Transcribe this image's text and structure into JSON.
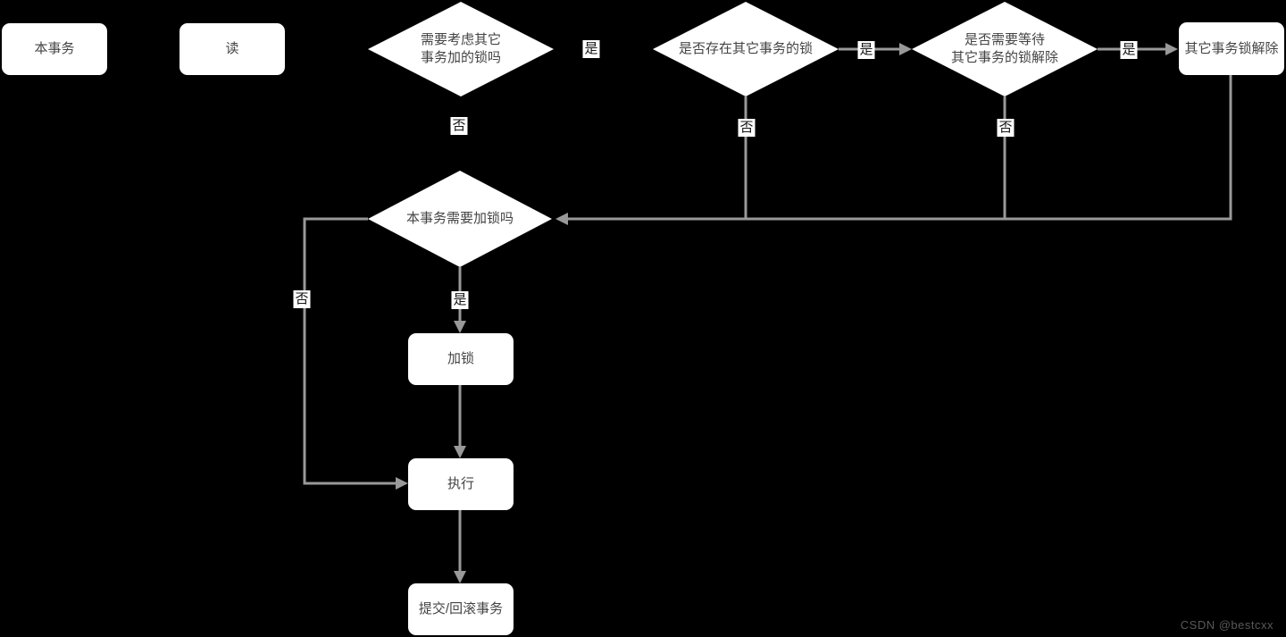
{
  "diagram": {
    "type": "flowchart",
    "background_color": "#000000",
    "connector_color": "#999999",
    "shape_fill_color": "#ffffff",
    "shape_text_color": "#444444",
    "nodes": {
      "this_transaction": "本事务",
      "read": "读",
      "consider_other_locks": "需要考虑其它\n事务加的锁吗",
      "other_lock_exists": "是否存在其它事务的锁",
      "need_wait_release": "是否需要等待\n其它事务的锁解除",
      "other_lock_released": "其它事务锁解除",
      "need_lock": "本事务需要加锁吗",
      "lock": "加锁",
      "execute": "执行",
      "commit_rollback": "提交/回滚事务"
    },
    "edge_labels": {
      "consider_yes": "是",
      "consider_no": "否",
      "exists_yes": "是",
      "exists_no": "否",
      "wait_yes": "是",
      "wait_no": "否",
      "need_lock_yes": "是",
      "need_lock_no": "否"
    }
  },
  "watermark": "CSDN @bestcxx"
}
